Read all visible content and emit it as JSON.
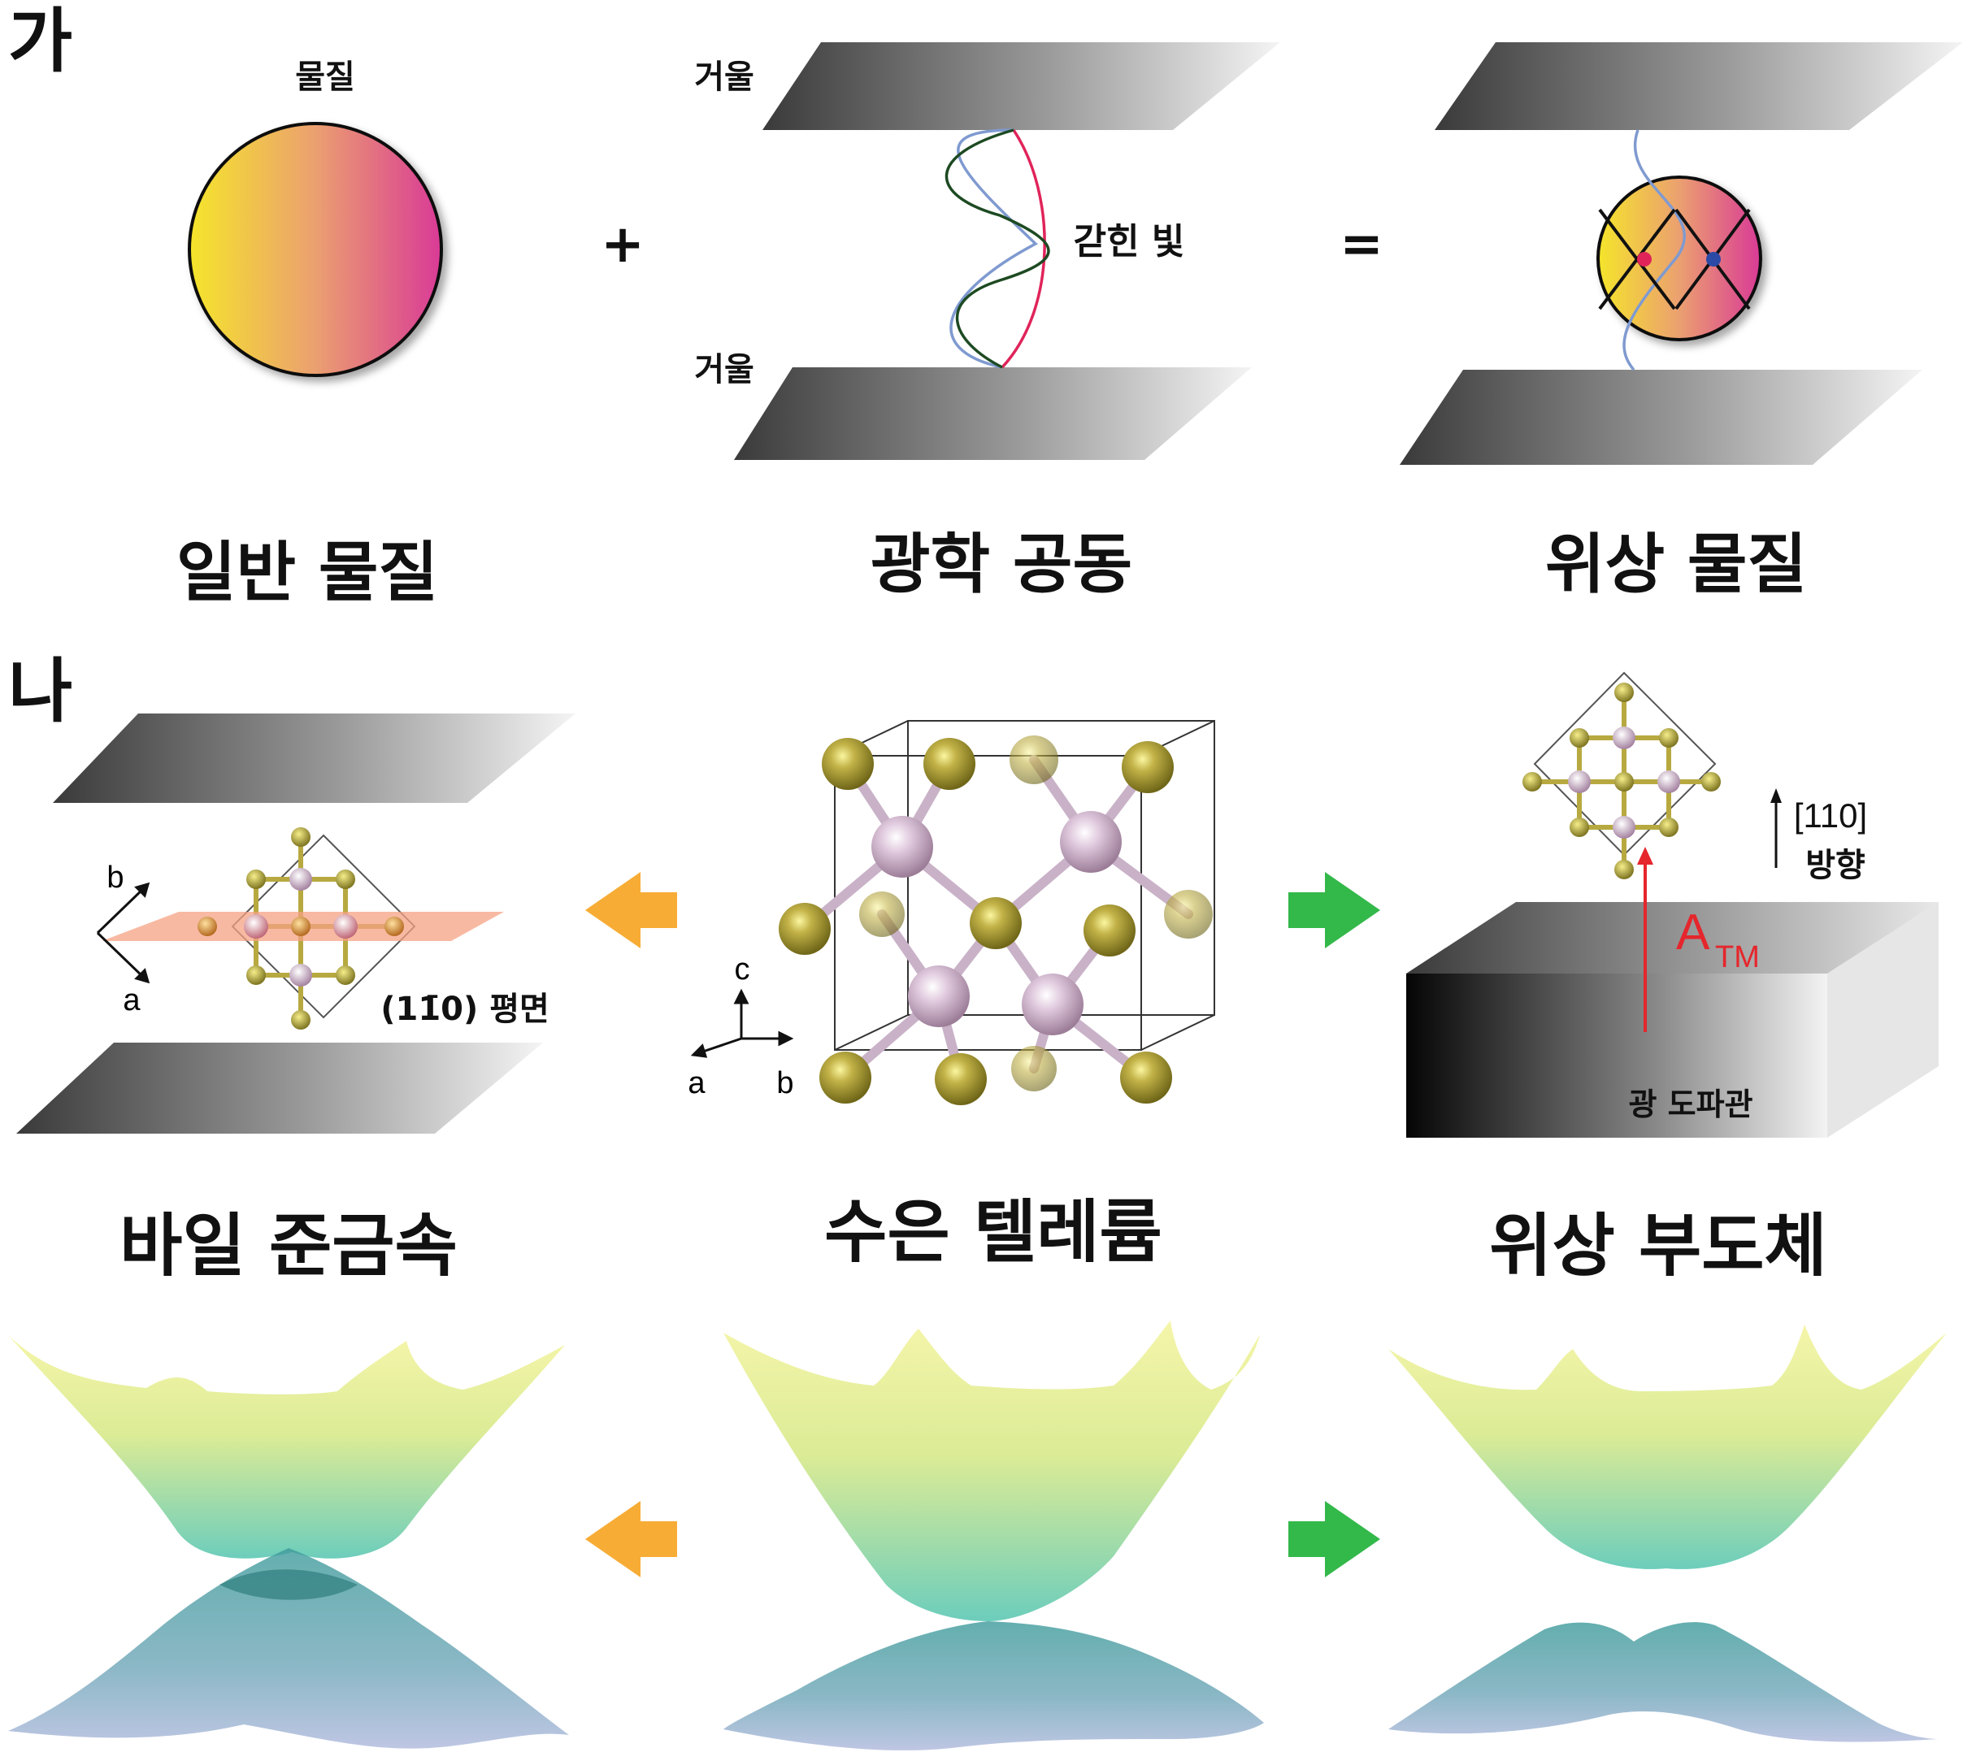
{
  "panel_a": {
    "letter": "가",
    "material_label": "물질",
    "plus": "+",
    "equals": "=",
    "mirror_top": "거울",
    "mirror_bottom": "거울",
    "trapped_light": "갇힌 빛",
    "caption_left": "일반 물질",
    "caption_mid": "광학 공동",
    "caption_right": "위상 물질",
    "colors": {
      "yellow": "#f5e52a",
      "orange": "#f0a070",
      "magenta": "#d93a96",
      "wave_red": "#e0245a",
      "wave_blue": "#7f9ad0",
      "wave_green": "#1d4a22"
    }
  },
  "panel_b": {
    "letter": "나",
    "axis_b": "b",
    "axis_a": "a",
    "plane_label": "(11̄0) 평면",
    "axis_c_mid": "c",
    "axis_a_mid": "a",
    "axis_b_mid": "b",
    "direction_line1": "[110]",
    "direction_line2": "방향",
    "field_label_main": "A",
    "field_label_sub": "TM",
    "waveguide_label": "광 도파관",
    "caption_left": "바일 준금속",
    "caption_mid": "수은 텔레륨",
    "caption_right": "위상 부도체",
    "colors": {
      "arrow_orange": "#f7ac35",
      "arrow_green": "#33b84a",
      "te_atom": "#b7a940",
      "hg_atom": "#d9c3d9",
      "plane": "#f5a183",
      "field_red": "#e5262c"
    }
  }
}
